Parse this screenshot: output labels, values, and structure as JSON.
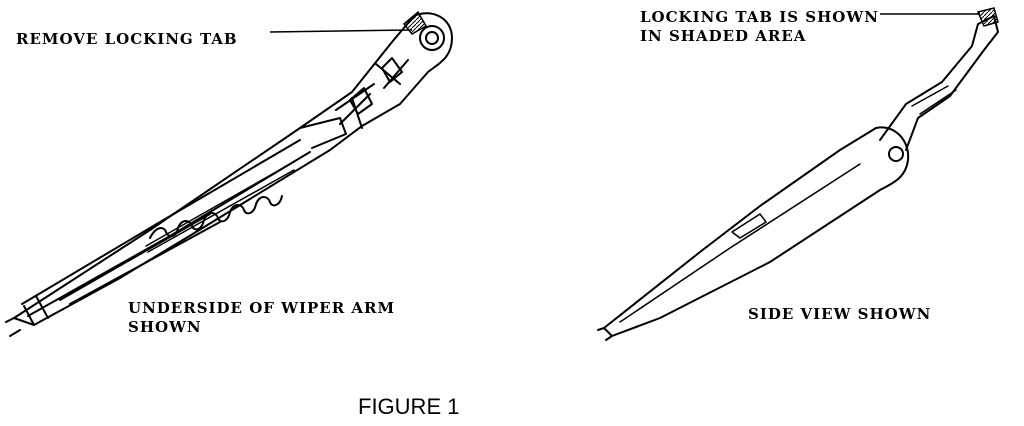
{
  "labels": {
    "remove_tab": "REMOVE LOCKING TAB",
    "locking_shaded_line1": "LOCKING TAB IS SHOWN",
    "locking_shaded_line2": "IN SHADED AREA",
    "underside_line1": "UNDERSIDE OF WIPER ARM",
    "underside_line2": "SHOWN",
    "side_view": "SIDE VIEW SHOWN"
  },
  "caption": "FIGURE 1"
}
